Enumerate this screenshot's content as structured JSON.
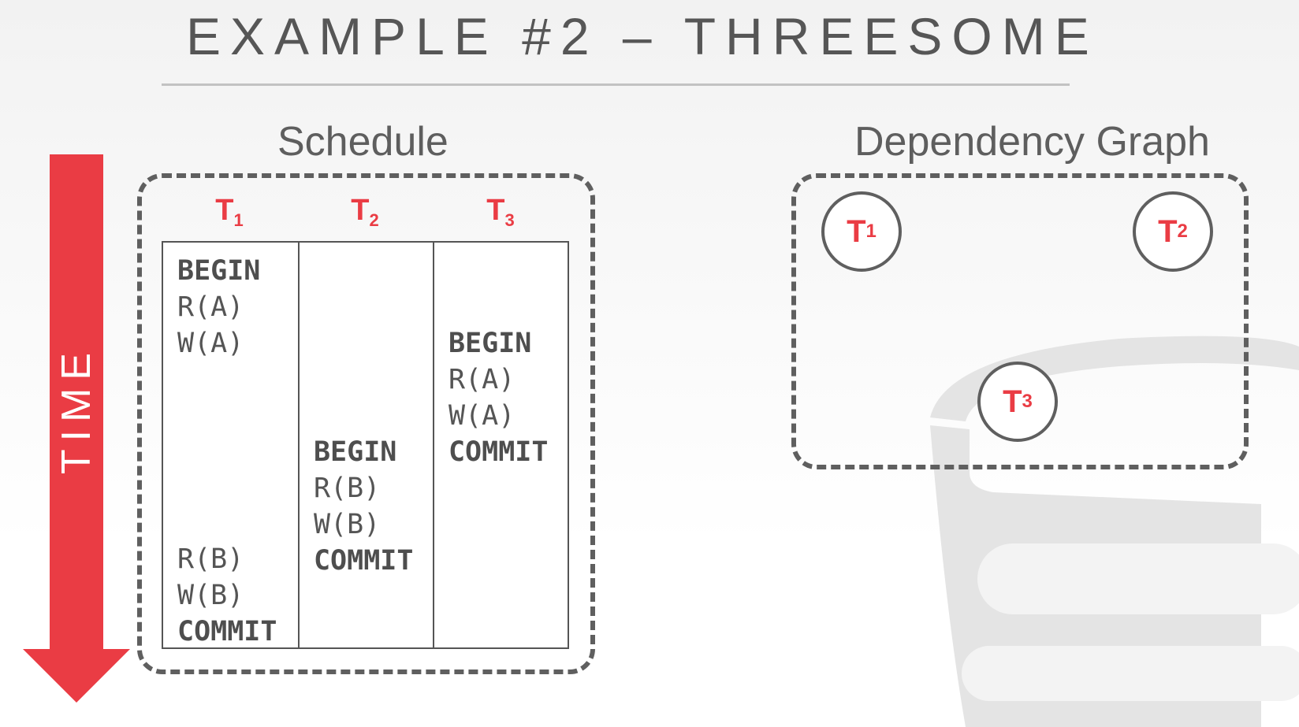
{
  "title": "EXAMPLE #2 – THREESOME",
  "time_label": "TIME",
  "schedule": {
    "label": "Schedule",
    "transactions": [
      {
        "name": "T",
        "sub": "1"
      },
      {
        "name": "T",
        "sub": "2"
      },
      {
        "name": "T",
        "sub": "3"
      }
    ],
    "columns": [
      [
        "BEGIN",
        "R(A)",
        "W(A)",
        "R(B)",
        "W(B)",
        "COMMIT"
      ],
      [
        "BEGIN",
        "R(B)",
        "W(B)",
        "COMMIT"
      ],
      [
        "BEGIN",
        "R(A)",
        "W(A)",
        "COMMIT"
      ]
    ]
  },
  "dependency_graph": {
    "label": "Dependency Graph",
    "nodes": [
      {
        "name": "T",
        "sub": "1"
      },
      {
        "name": "T",
        "sub": "2"
      },
      {
        "name": "T",
        "sub": "3"
      }
    ]
  },
  "colors": {
    "accent": "#ea3c44",
    "text": "#555555",
    "border": "#5f5f5f"
  }
}
